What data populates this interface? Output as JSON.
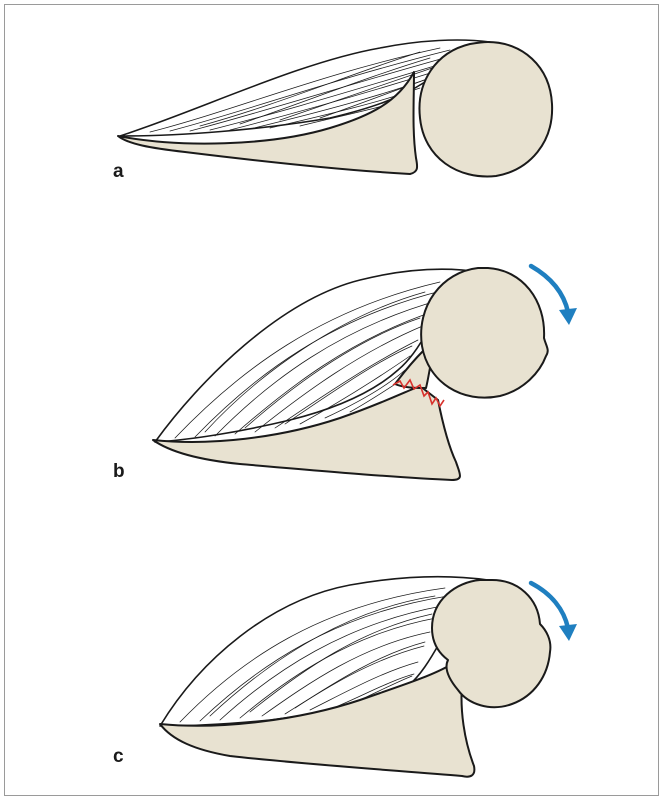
{
  "panels": [
    {
      "label": "a"
    },
    {
      "label": "b"
    },
    {
      "label": "c"
    }
  ],
  "colors": {
    "bone": "#e8e2d1",
    "outline": "#1a1a1a",
    "rotation_arrow": "#1f7fc0",
    "fracture_line": "#d8312c",
    "frame_border": "#9a9a9a"
  },
  "icons": {
    "rotation_arrow": "curved-rotation-arrow-icon"
  }
}
